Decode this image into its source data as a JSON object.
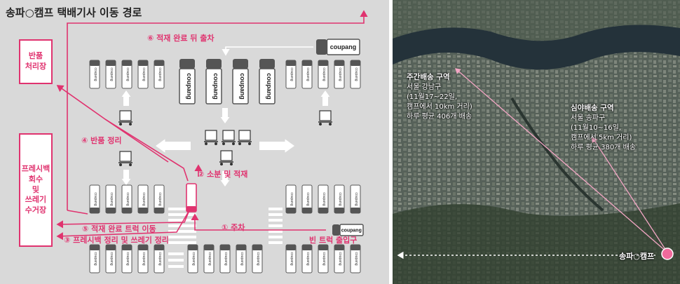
{
  "title": "송파○캠프 택배기사 이동 경로",
  "boxes": {
    "return_processing": "반품\n처리장",
    "fresh_bag": "프레시백\n회수\n및\n쓰레기\n수거장"
  },
  "steps": {
    "s1": "① 주차",
    "s2": "② 소분 및 적재",
    "s3": "③ 프레시백 정리 및 쓰레기 정리",
    "s4": "④ 반품 정리",
    "s5": "⑤ 적재 완료 트럭 이동",
    "s6": "⑥ 적재 완료 뒤 출차"
  },
  "entrance": "빈 트럭 출입구",
  "truck_brand": "coupang",
  "map": {
    "day_zone": {
      "title": "주간배송 구역",
      "line1": "서울 강남구",
      "line2": "(11월17~22일,",
      "line3": "캠프에서 10km 거리)",
      "line4": "하루 평균 406개 배송"
    },
    "night_zone": {
      "title": "심야배송 구역",
      "line1": "서울 송파구",
      "line2": "(11월10~16일,",
      "line3": "캠프에서 5km 거리)",
      "line4": "하루 평균 380개 배송"
    },
    "camp": "송파○캠프"
  },
  "colors": {
    "accent": "#e0336f",
    "background": "#d9d9d9",
    "truck": "#555555"
  }
}
